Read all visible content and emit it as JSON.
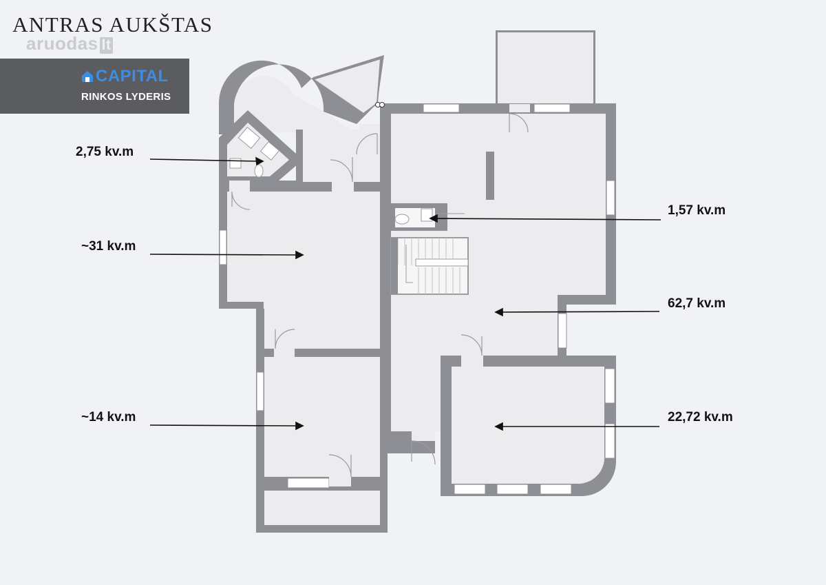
{
  "header": {
    "title": "ANTRAS AUKŠTAS",
    "watermark_text": "aruodas",
    "watermark_suffix": "lt"
  },
  "brand": {
    "name": "CAPITAL",
    "tagline": "RINKOS LYDERIS",
    "box_color": "#5b5c60",
    "accent_color": "#e8306a"
  },
  "rooms": [
    {
      "id": "wc-left",
      "area": "2,75 kv.m"
    },
    {
      "id": "wc-right",
      "area": "1,57 kv.m"
    },
    {
      "id": "room-left-large",
      "area": "~31 kv.m"
    },
    {
      "id": "hall",
      "area": "62,7 kv.m"
    },
    {
      "id": "room-left-small",
      "area": "~14 kv.m"
    },
    {
      "id": "room-right",
      "area": "22,72 kv.m"
    }
  ],
  "colors": {
    "wall": "#8e8f95",
    "wall_stroke": "#6e6f75",
    "floor": "#ececef",
    "background": "#f1f2f6"
  }
}
